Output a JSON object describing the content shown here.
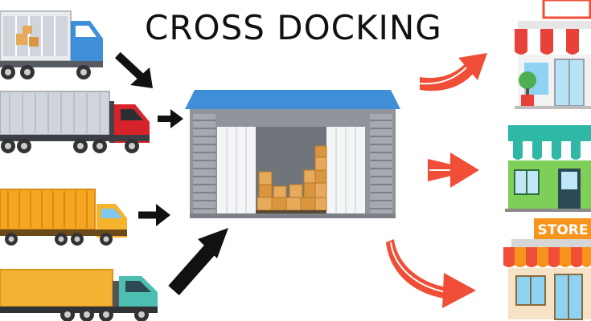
{
  "title": "CROSS DOCKING",
  "store_sign": "STORE",
  "colors": {
    "arrow_dark": "#111111",
    "arrow_red": "#f04e36",
    "roof_blue": "#3e8fd8",
    "warehouse_gray": "#9aa0a6",
    "box_tan": "#e7a95a"
  },
  "inbound": [
    {
      "name": "box-truck-blue"
    },
    {
      "name": "container-truck-red"
    },
    {
      "name": "container-truck-orange"
    },
    {
      "name": "box-truck-teal"
    }
  ],
  "outbound": [
    {
      "name": "store-red-awning"
    },
    {
      "name": "store-green-awning"
    },
    {
      "name": "store-orange-awning"
    }
  ]
}
